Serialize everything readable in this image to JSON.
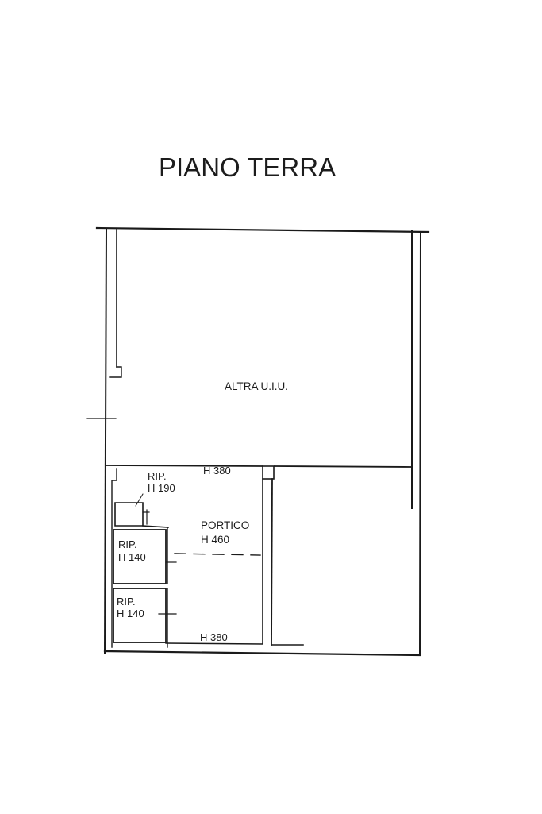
{
  "title": "PIANO TERRA",
  "rooms": {
    "altra_uiu": "ALTRA U.I.U.",
    "portico_name": "PORTICO",
    "portico_height": "H 460",
    "rip_top_name": "RIP.",
    "rip_top_height": "H 190",
    "rip_mid_name": "RIP.",
    "rip_mid_height": "H 140",
    "rip_bottom_name": "RIP.",
    "rip_bottom_height": "H 140"
  },
  "dimensions": {
    "top": "H 380",
    "bottom": "H 380"
  }
}
